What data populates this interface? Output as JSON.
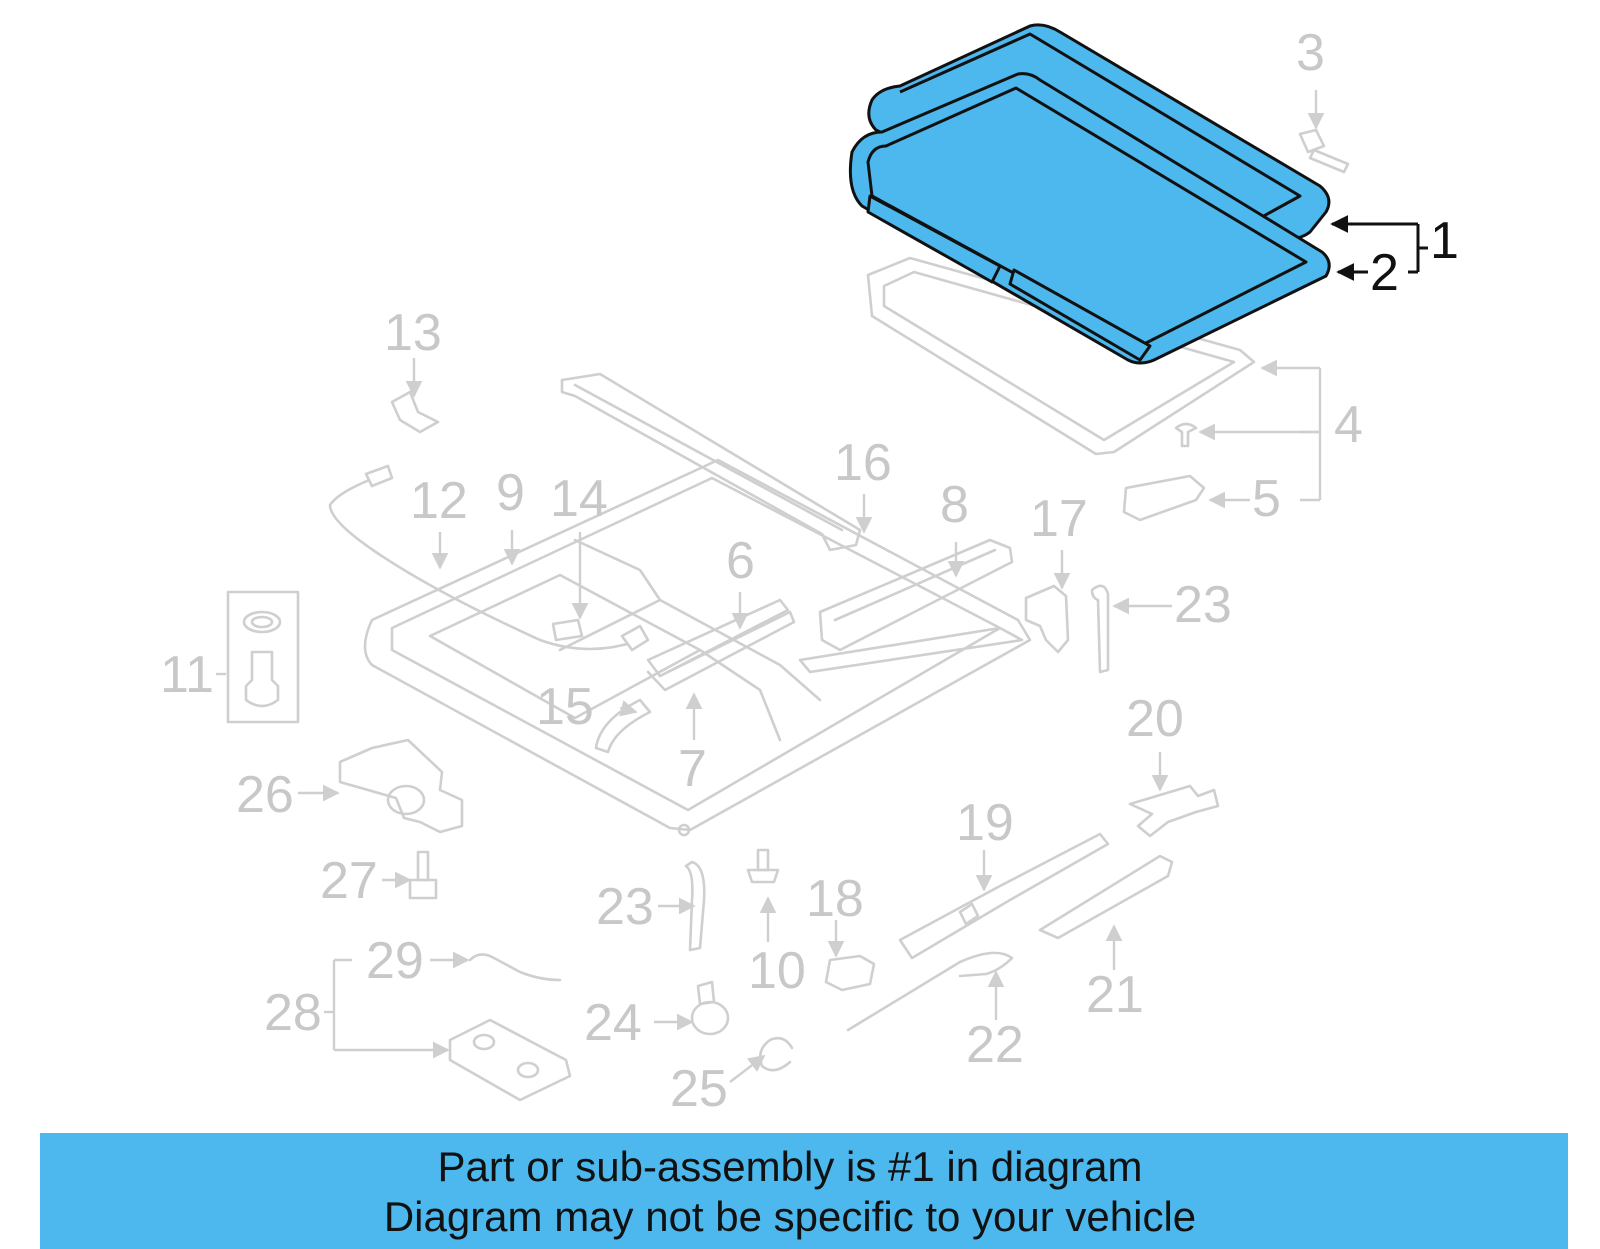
{
  "callouts": {
    "c1": "1",
    "c2": "2",
    "c3": "3",
    "c4": "4",
    "c5": "5",
    "c6": "6",
    "c7": "7",
    "c8": "8",
    "c9": "9",
    "c10": "10",
    "c11": "11",
    "c12": "12",
    "c13": "13",
    "c14": "14",
    "c15": "15",
    "c16": "16",
    "c17": "17",
    "c18": "18",
    "c19": "19",
    "c20": "20",
    "c21": "21",
    "c22": "22",
    "c23a": "23",
    "c23b": "23",
    "c24": "24",
    "c25": "25",
    "c26": "26",
    "c27": "27",
    "c28": "28",
    "c29": "29"
  },
  "highlighted_part": "1",
  "colors": {
    "highlight": "#4cb8ee",
    "faded_part": "#cfcfcf",
    "banner": "#4cb8ee"
  },
  "banner": {
    "line1": "Part or sub-assembly is #1 in diagram",
    "line2": "Diagram may not be specific to your vehicle"
  }
}
